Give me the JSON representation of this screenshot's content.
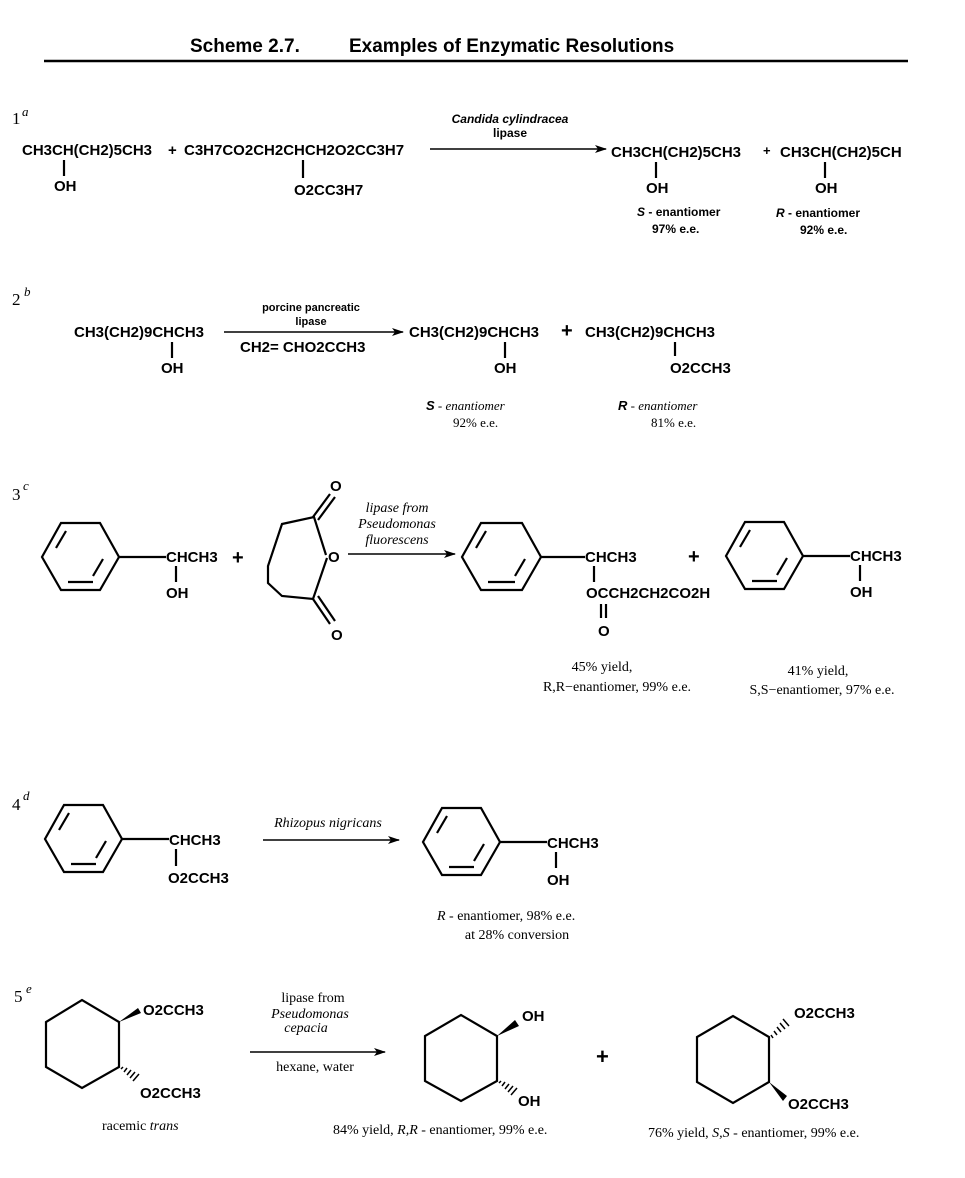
{
  "title": {
    "number": "Scheme 2.7.",
    "text": "Examples of Enzymatic Resolutions"
  },
  "reactions": [
    {
      "number": "1",
      "footnote": "a",
      "reactant_1": "CH3CH(CH2)5CH3",
      "reactant_1_sub": "OH",
      "plus": "+",
      "reactant_2": "C3H7CO2CH2CHCH2O2CC3H7",
      "reactant_2_sub": "O2CC3H7",
      "enzyme_line_1": "Candida cylindracea",
      "enzyme_line_2": "lipase",
      "product_1": "CH3CH(CH2)5CH3",
      "product_1_sub": "OH",
      "product_1_label": "S",
      "product_1_label_rest": "- enantiomer",
      "product_1_ee": "97% e.e.",
      "product_plus": "+",
      "product_2": "CH3CH(CH2)5CH",
      "product_2_sub": "OH",
      "product_2_label": "R",
      "product_2_label_rest": "- enantiomer",
      "product_2_ee": "92% e.e."
    },
    {
      "number": "2",
      "footnote": "b",
      "reactant_1": "CH3(CH2)9CHCH3",
      "reactant_1_sub": "OH",
      "enzyme_line_1": "porcine pancreatic",
      "enzyme_line_2": "lipase",
      "reagent": "CH2= CHO2CCH3",
      "product_1": "CH3(CH2)9CHCH3",
      "product_1_sub": "OH",
      "product_plus": "+",
      "product_2": "CH3(CH2)9CHCH3",
      "product_2_sub": "O2CCH3",
      "product_1_label": "S",
      "product_1_label_rest": "- enantiomer",
      "product_1_ee": "92% e.e.",
      "product_2_label": "R",
      "product_2_label_rest": "- enantiomer",
      "product_2_ee": "81% e.e."
    },
    {
      "number": "3",
      "footnote": "c",
      "reactant_1_chain": "CHCH3",
      "reactant_1_sub": "OH",
      "plus": "+",
      "anhydride_o_top": "O",
      "anhydride_o_ring": "O",
      "anhydride_o_bottom": "O",
      "enzyme_line_1": "lipase from",
      "enzyme_line_2": "Pseudomonas",
      "enzyme_line_3": "fluorescens",
      "product_1_chain": "CHCH3",
      "product_1_sub": "OCCH2CH2CO2H",
      "product_1_sub_o": "O",
      "product_plus": "+",
      "product_2_chain": "CHCH3",
      "product_2_sub": "OH",
      "product_1_yield": "45% yield,",
      "product_1_desc": "R,R−enantiomer, 99% e.e.",
      "product_2_yield": "41% yield,",
      "product_2_desc": "S,S−enantiomer, 97% e.e."
    },
    {
      "number": "4",
      "footnote": "d",
      "reactant_1_chain": "CHCH3",
      "reactant_1_sub": "O2CCH3",
      "enzyme_line_1": "Rhizopus nigricans",
      "product_1_chain": "CHCH3",
      "product_1_sub": "OH",
      "product_1_label": "R -",
      "product_1_label_rest": "enantiomer, 98% e.e.",
      "product_1_conversion": "at 28% conversion"
    },
    {
      "number": "5",
      "footnote": "e",
      "reactant_1_top": "O2CCH3",
      "reactant_1_bottom": "O2CCH3",
      "reactant_1_caption": "racemic",
      "reactant_1_caption_ital": "trans",
      "enzyme_line_1": "lipase from",
      "enzyme_line_2": "Pseudomonas",
      "enzyme_line_3": "cepacia",
      "solvent": "hexane, water",
      "product_1_top": "OH",
      "product_1_bottom": "OH",
      "product_plus": "+",
      "product_2_top": "O2CCH3",
      "product_2_bottom": "O2CCH3",
      "product_1_yield": "84% yield,",
      "product_1_label": "R,R -",
      "product_1_label_rest": "enantiomer, 99% e.e.",
      "product_2_yield": "76% yield,",
      "product_2_label": "S,S -",
      "product_2_label_rest": "enantiomer, 99% e.e."
    }
  ]
}
